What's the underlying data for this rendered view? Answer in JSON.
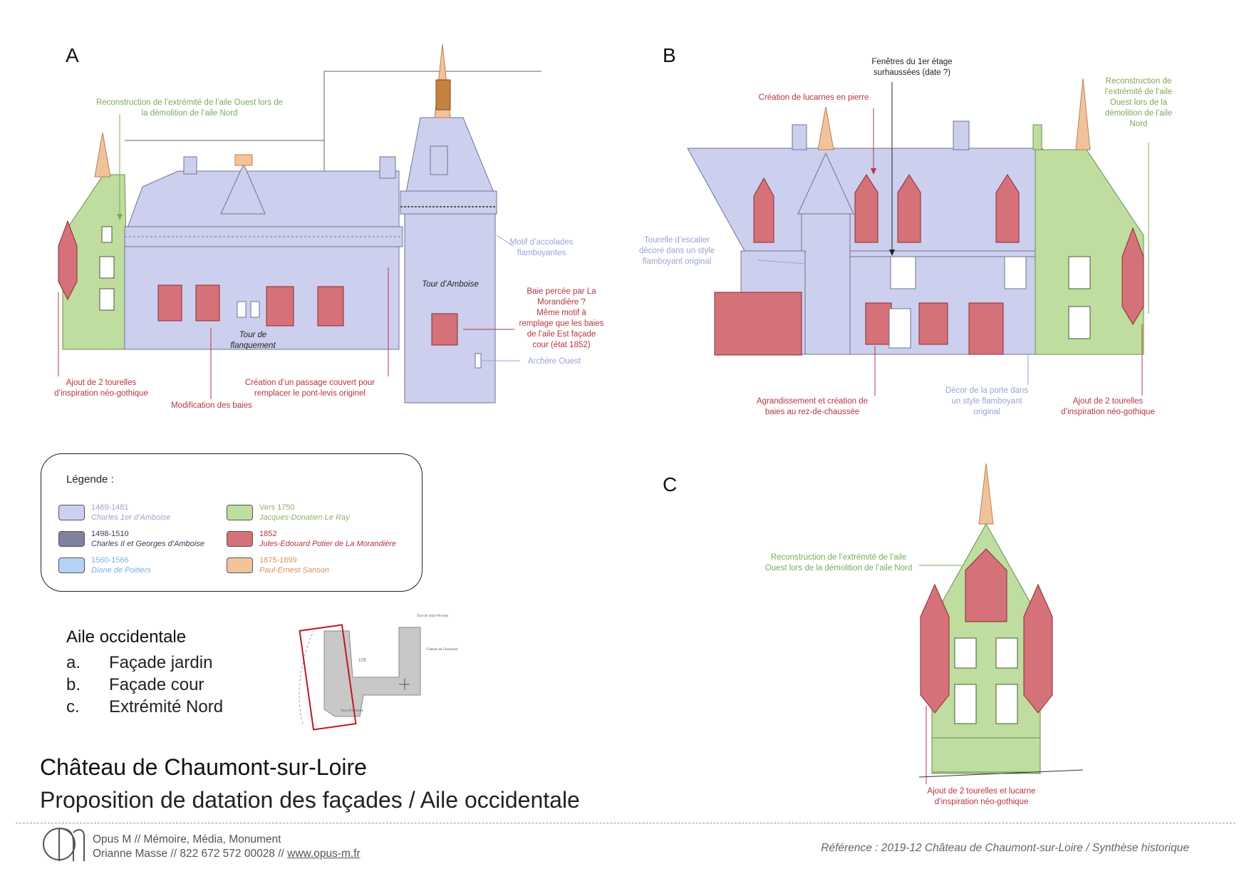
{
  "panels": {
    "a": "A",
    "b": "B",
    "c": "C"
  },
  "annotations_a": {
    "reconstruction": "Reconstruction de l’extrémité de l’aile Ouest lors de\nla démolition de l’aile Nord",
    "motif": "Motif d’accolades\nflamboyantes",
    "tour_amboise": "Tour d’Amboise",
    "baie_percee": "Baie percée par La\nMorandière ?\nMême motif à\nremplage que les baies\nde l’aile Est façade\ncour (état 1852)",
    "archere": "Archère Ouest",
    "tour_flanquement": "Tour de\nflanquement",
    "tourelles": "Ajout de 2 tourelles\nd’inspiration néo-gothique",
    "passage": "Création d’un passage couvert pour\nremplacer le pont-levis originel",
    "modification": "Modification des baies"
  },
  "annotations_b": {
    "fenetres": "Fenêtres du 1er étage\nsurhaussées (date ?)",
    "lucarnes": "Création de lucarnes en pierre",
    "reconstruction": "Reconstruction de\nl’extrémité de l’aile\nOuest lors de la\ndémolition de l’aile\nNord",
    "tourelle": "Tourelle d’escalier\ndécoré dans un style\nflamboyant original",
    "agrandissement": "Agrandissement et création de\nbaies au rez-de-chaussée",
    "decor": "Décor de la porte dans\nun style flamboyant\noriginal",
    "tourelles": "Ajout de 2 tourelles\nd’inspiration néo-gothique"
  },
  "annotations_c": {
    "reconstruction": "Reconstruction de l’extrémité de l’aile\nOuest lors de la démolition de l’aile Nord",
    "tourelles": "Ajout de 2 tourelles et lucarne\nd’inspiration néo-gothique"
  },
  "legend": {
    "title": "Légende :",
    "items": [
      {
        "dates": "1469-1481",
        "name": "Charles 1er d’Amboise",
        "color": "#ccd0ee",
        "text_color": "#9aa3d6"
      },
      {
        "dates": "1498-1510",
        "name": "Charles II et Georges d’Amboise",
        "color": "#7d819e",
        "text_color": "#3a3d5a"
      },
      {
        "dates": "1560-1566",
        "name": "Diane de Poitiers",
        "color": "#b4d3f5",
        "text_color": "#7fb1e6"
      },
      {
        "dates": "Vers 1750",
        "name": "Jacques-Donatien Le Ray",
        "color": "#bedd9f",
        "text_color": "#8fb26a"
      },
      {
        "dates": "1852",
        "name": "Jules-Edouard Potier de La Morandière",
        "color": "#d57178",
        "text_color": "#b8343f"
      },
      {
        "dates": "1875-1899",
        "name": "Paul-Ernest Sanson",
        "color": "#f1c39d",
        "text_color": "#d7925a"
      }
    ]
  },
  "wing": {
    "title": "Aile occidentale",
    "items": [
      {
        "key": "a.",
        "label": "Façade jardin"
      },
      {
        "key": "b.",
        "label": "Façade cour"
      },
      {
        "key": "c.",
        "label": "Extrémité Nord"
      }
    ]
  },
  "plan_labels": {
    "tour_sn": "Tour de\nSaint-Nicolas",
    "chateau": "Château de Chaumont",
    "num": "119",
    "tour": "Tour\nd'Amboise"
  },
  "title": "Château de Chaumont-sur-Loire",
  "subtitle": "Proposition de datation des façades / Aile occidentale",
  "footer": {
    "line1": "Opus M // Mémoire, Média, Monument",
    "line2_prefix": "Orianne Masse // 822 672 572 00028 // ",
    "link": "www.opus-m.fr",
    "reference": "Référence : 2019-12 Château de Chaumont-sur-Loire / Synthèse historique"
  },
  "colors": {
    "blue": "#ccd0ee",
    "green": "#bedd9f",
    "red": "#d57178",
    "orange": "#f1c39d",
    "dark": "#7d819e"
  }
}
